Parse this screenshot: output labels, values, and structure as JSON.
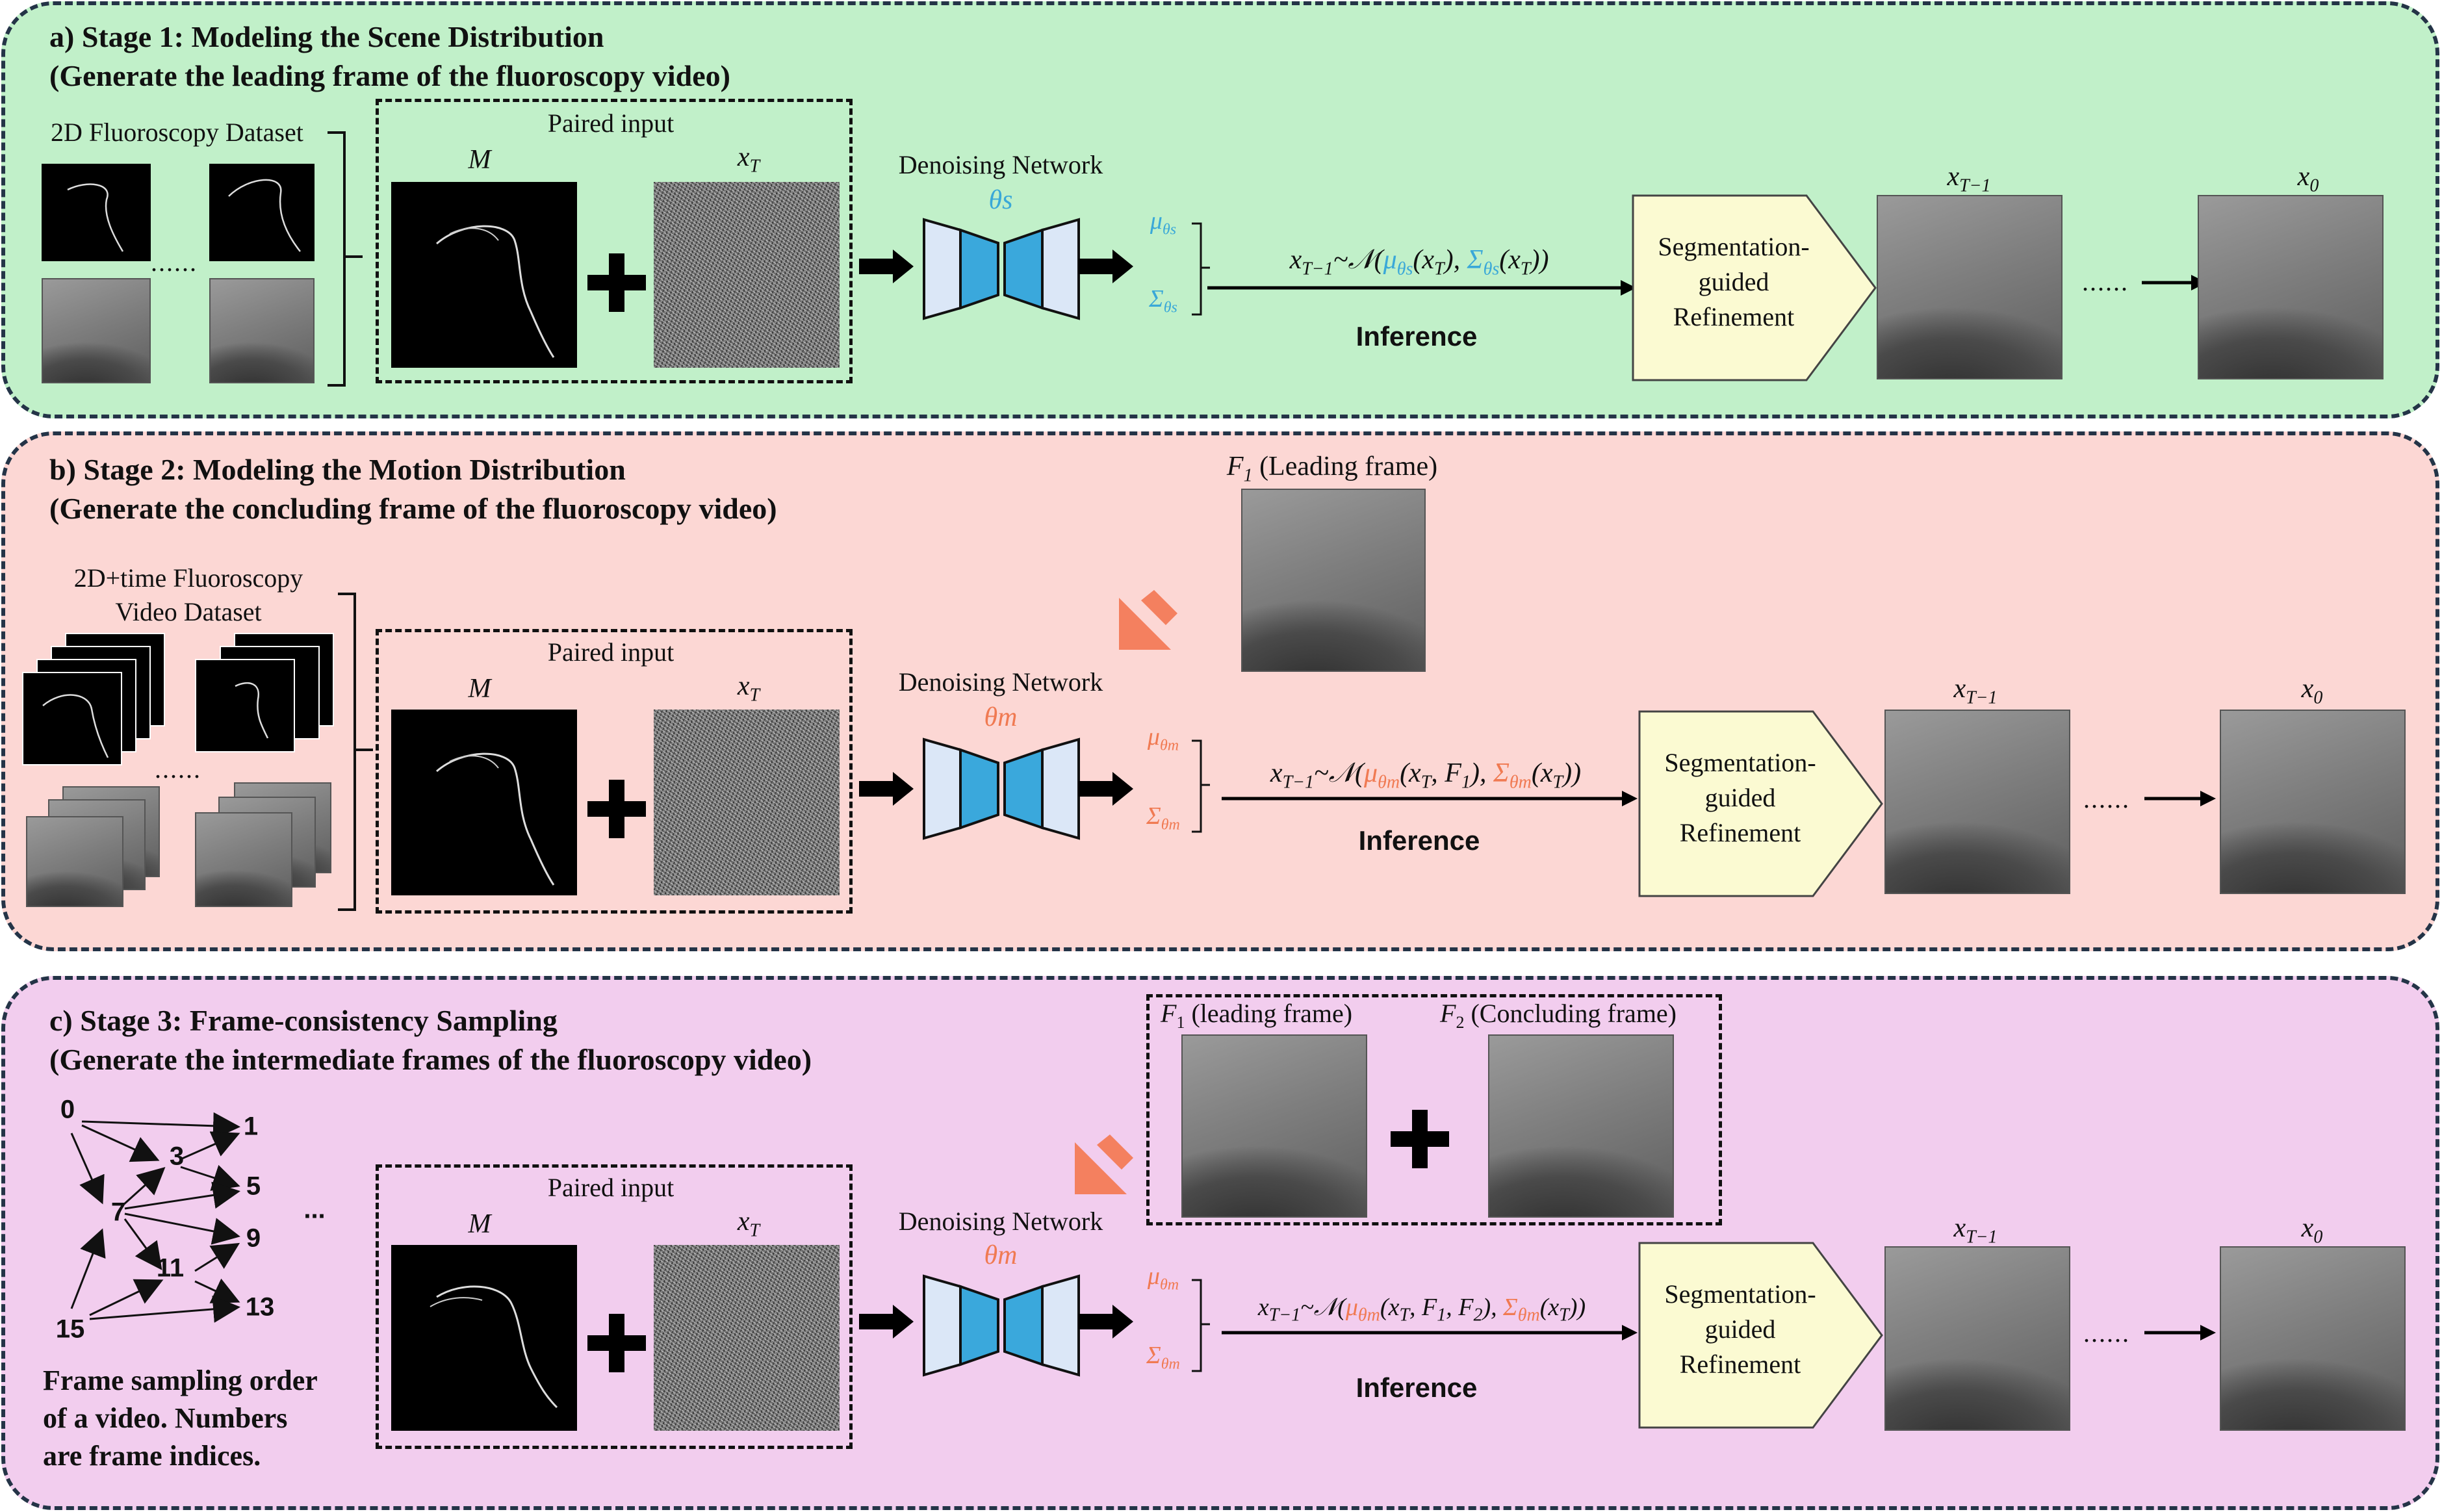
{
  "colors": {
    "stage1_bg": "#c1f0c9",
    "stage2_bg": "#fcd7d4",
    "stage3_bg": "#f2cdee",
    "border": "#243447",
    "mu_sigma_s": "#3aa8d8",
    "mu_sigma_m": "#f07a52",
    "network_outer": "#dbe7f7",
    "network_inner": "#3aa8dc",
    "seg_box": "#fbfad2",
    "orange_arrow": "#f4805f"
  },
  "stage1": {
    "title": "a)  Stage 1:  Modeling the Scene Distribution",
    "subtitle": "(Generate the leading frame of the fluoroscopy video)",
    "dataset_label": "2D Fluoroscopy Dataset",
    "dataset_dots": "......",
    "paired_input": "Paired input",
    "mask_label": "M",
    "noise_label": "x",
    "noise_sub": "T",
    "network_label": "Denoising Network",
    "theta": "θs",
    "mu": "μ",
    "mu_sub": "θs",
    "sigma": "Σ",
    "sigma_sub": "θs",
    "formula_pre": "x",
    "formula_pre_sub": "T−1",
    "formula_dist": "~𝒩(",
    "formula_mu": "μ",
    "formula_mu_sub": "θs",
    "formula_mu_args": "(x",
    "formula_mu_args_sub": "T",
    "formula_mu_close": ")",
    "formula_comma": ",",
    "formula_sigma": "Σ",
    "formula_sigma_sub": "θs",
    "formula_sigma_args": "(x",
    "formula_sigma_args_sub": "T",
    "formula_end": "))",
    "inference": "Inference",
    "seg_line1": "Segmentation-",
    "seg_line2": "guided",
    "seg_line3": "Refinement",
    "xt1": "x",
    "xt1_sub": "T−1",
    "x0": "x",
    "x0_sub": "0",
    "chain_dots": "......"
  },
  "stage2": {
    "title": "b) Stage 2: Modeling the Motion Distribution",
    "subtitle": "(Generate the concluding frame of the fluoroscopy video)",
    "dataset_line1": "2D+time Fluoroscopy",
    "dataset_line2": "Video Dataset",
    "dataset_dots": "......",
    "leading_frame_pre": "F",
    "leading_frame_sub": "1",
    "leading_frame_text": " (Leading frame)",
    "paired_input": "Paired input",
    "mask_label": "M",
    "noise_label": "x",
    "noise_sub": "T",
    "network_label": "Denoising Network",
    "theta": "θm",
    "mu": "μ",
    "mu_sub": "θm",
    "sigma": "Σ",
    "sigma_sub": "θm",
    "formula_pre": "x",
    "formula_pre_sub": "T−1",
    "formula_dist": "~𝒩(",
    "formula_mu": "μ",
    "formula_mu_sub": "θm",
    "formula_mu_args": "(x",
    "formula_mu_args_sub": "T",
    "formula_mu_args2": ", F",
    "formula_mu_args2_sub": "1",
    "formula_mu_close": ")",
    "formula_comma": ",",
    "formula_sigma": "Σ",
    "formula_sigma_sub": "θm",
    "formula_sigma_args": "(x",
    "formula_sigma_args_sub": "T",
    "formula_end": "))",
    "inference": "Inference",
    "seg_line1": "Segmentation-",
    "seg_line2": "guided",
    "seg_line3": "Refinement",
    "xt1": "x",
    "xt1_sub": "T−1",
    "x0": "x",
    "x0_sub": "0",
    "chain_dots": "......"
  },
  "stage3": {
    "title": "c) Stage 3: Frame-consistency Sampling",
    "subtitle": "(Generate the intermediate frames of the fluoroscopy video)",
    "graph_nodes": [
      "0",
      "1",
      "3",
      "5",
      "7",
      "9",
      "11",
      "13",
      "15"
    ],
    "graph_dots": "...",
    "caption_line1": "Frame sampling order",
    "caption_line2": "of a video. Numbers",
    "caption_line3": "are frame indices.",
    "f1_pre": "F",
    "f1_sub": "1",
    "f1_text": " (leading frame)",
    "f2_pre": "F",
    "f2_sub": "2",
    "f2_text": " (Concluding frame)",
    "paired_input": "Paired input",
    "mask_label": "M",
    "noise_label": "x",
    "noise_sub": "T",
    "network_label": "Denoising Network",
    "theta": "θm",
    "mu": "μ",
    "mu_sub": "θm",
    "sigma": "Σ",
    "sigma_sub": "θm",
    "formula_pre": "x",
    "formula_pre_sub": "T−1",
    "formula_dist": "~𝒩(",
    "formula_mu": "μ",
    "formula_mu_sub": "θm",
    "formula_mu_args": "(x",
    "formula_mu_args_sub": "T",
    "formula_mu_args2": ", F",
    "formula_mu_args2_sub": "1",
    "formula_mu_args3": ", F",
    "formula_mu_args3_sub": "2",
    "formula_mu_close": ")",
    "formula_comma": ",",
    "formula_sigma": "Σ",
    "formula_sigma_sub": "θm",
    "formula_sigma_args": "(x",
    "formula_sigma_args_sub": "T",
    "formula_end": "))",
    "inference": "Inference",
    "seg_line1": "Segmentation-",
    "seg_line2": "guided",
    "seg_line3": "Refinement",
    "xt1": "x",
    "xt1_sub": "T−1",
    "x0": "x",
    "x0_sub": "0",
    "chain_dots": "......"
  }
}
